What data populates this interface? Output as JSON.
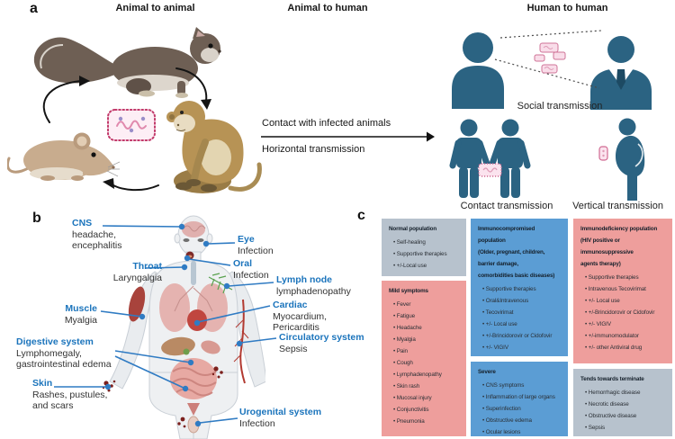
{
  "figure": {
    "panel_a": {
      "label": "a",
      "heading_animal_to_animal": "Animal to animal",
      "heading_animal_to_human": "Animal to human",
      "heading_human_to_human": "Human to human",
      "arrow_top": "Contact with infected animals",
      "arrow_bottom": "Horizontal transmission",
      "social_label": "Social transmission",
      "contact_label": "Contact transmission",
      "vertical_label": "Vertical transmission"
    },
    "panel_b": {
      "label": "b",
      "annotations": [
        {
          "title": "CNS",
          "desc": "headache,\nencephalitis"
        },
        {
          "title": "Eye",
          "desc": "Infection"
        },
        {
          "title": "Throat",
          "desc": "Laryngalgia"
        },
        {
          "title": "Oral",
          "desc": "Infection"
        },
        {
          "title": "Lymph node",
          "desc": "lymphadenopathy"
        },
        {
          "title": "Muscle",
          "desc": "Myalgia"
        },
        {
          "title": "Cardiac",
          "desc": "Myocardium,\nPericarditis"
        },
        {
          "title": "Digestive system",
          "desc": "Lymphomegaly,\ngastrointestinal edema"
        },
        {
          "title": "Circulatory system",
          "desc": "Sepsis"
        },
        {
          "title": "Skin",
          "desc": "Rashes, pustules,\nand scars"
        },
        {
          "title": "Urogenital system",
          "desc": "Infection"
        }
      ]
    },
    "panel_c": {
      "label": "c",
      "boxes": [
        {
          "title": "Normal population",
          "tone": "gray",
          "items": [
            "Self-healing",
            "Supportive therapies",
            "+/-Local use"
          ]
        },
        {
          "title": "Mild symptoms",
          "tone": "pink",
          "items": [
            "Fever",
            "Fatigue",
            "Headache",
            "Myalgia",
            "Pain",
            "Cough",
            "Lymphadenopathy",
            "Skin rash",
            "Mucosal injury",
            "Conjunctivitis",
            "Pneumonia"
          ]
        },
        {
          "title": "Immunocompromised\npopulation\n(Older, pregnant, children,\nbarrier damage,\ncomorbidities basic diseases)",
          "tone": "blue",
          "items": [
            "Supportive therapies",
            "Oral&Intravenous",
            "Tecovirimat",
            "+/- Local use",
            "+/-Brincidorovir or Cidofovir",
            "+/- VIGIV"
          ]
        },
        {
          "title": "Severe",
          "tone": "blue",
          "items": [
            "CNS symptoms",
            "Inflammation of large organs",
            "Superinfection",
            "Obstructive edema",
            "Ocular lesions"
          ]
        },
        {
          "title": "Immunodeficiency population\n(HIV positive or\nimmunosuppressive\nagents therapy)",
          "tone": "pink",
          "items": [
            "Supportive therapies",
            "Intravenous Tecovirimat",
            "+/- Local use",
            "+/-Brincidorovir or Cidofovir",
            "+/- VIGIV",
            "+/-immunomodulator",
            "+/- other Antiviral drug"
          ]
        },
        {
          "title": "Tends towards terminate",
          "tone": "gray",
          "items": [
            "Hemorrhagic disease",
            "Necrotic disease",
            "Obstructive disease",
            "Sepsis"
          ]
        }
      ]
    },
    "colors": {
      "label_blue": "#1b74bc",
      "leader_line": "#2f7bc3",
      "person_teal": "#2b6382",
      "box_gray": "#b7c2cd",
      "box_pink": "#ee9e9c",
      "box_blue": "#5b9dd4",
      "virus_pink": "#c23a6b"
    }
  }
}
